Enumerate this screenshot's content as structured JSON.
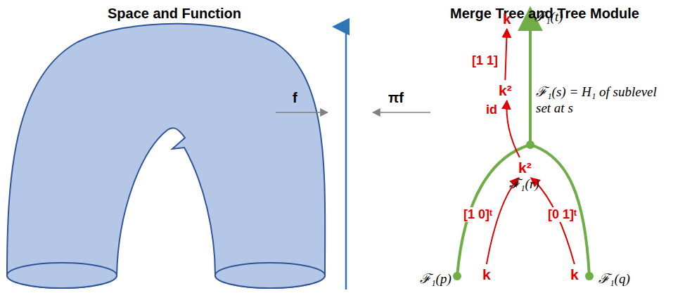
{
  "diagram": {
    "nodes": [
      {
        "text": [
          "k"
        ]
      },
      {
        "text": [
          "k²"
        ]
      },
      {
        "text": [
          "k²"
        ]
      },
      {
        "text": [
          "k"
        ]
      },
      {
        "text": [
          "k"
        ]
      }
    ],
    "edges": [
      {
        "from": 3,
        "to": 2,
        "arrow": "to",
        "label": "[1 0]ᵗ"
      },
      {
        "from": 4,
        "to": 2,
        "arrow": "to",
        "label": "[0 1]ᵗ"
      },
      {
        "from": 2,
        "to": 1,
        "arrow": "to",
        "label": "id"
      },
      {
        "from": 1,
        "to": 0,
        "arrow": "to",
        "label": "[1 1]"
      }
    ],
    "labels": [
      "Space and Function",
      "Merge Tree and Tree Module",
      "f",
      "πf",
      "ℱ₁(t)",
      "ℱ₁(s) = H₁ of sublevel set at s",
      "ℱ₁(r)",
      "ℱ₁(p)",
      "ℱ₁(q)"
    ]
  }
}
